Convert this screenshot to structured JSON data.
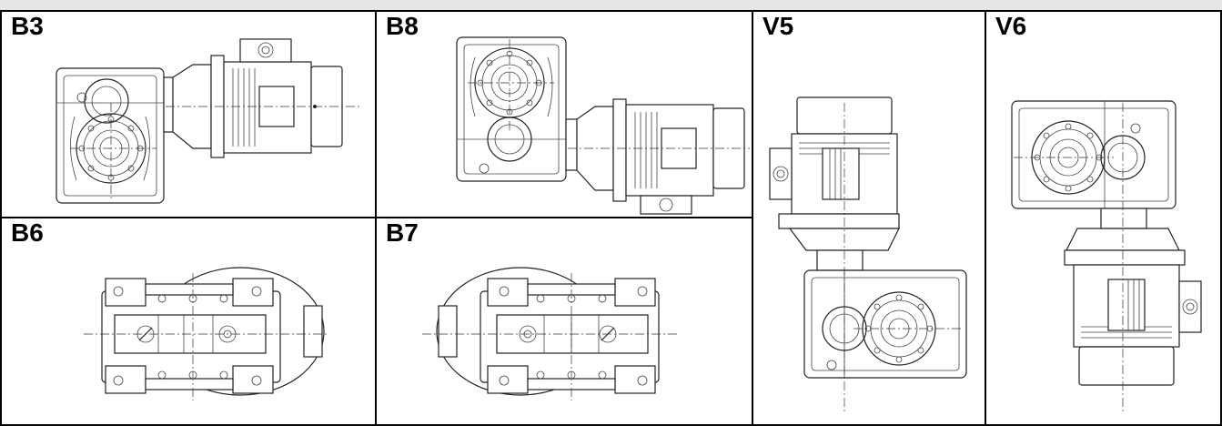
{
  "title": "",
  "positions": [
    {
      "code": "B3"
    },
    {
      "code": "B8"
    },
    {
      "code": "V5"
    },
    {
      "code": "V6"
    },
    {
      "code": "B6"
    },
    {
      "code": "B7"
    }
  ]
}
